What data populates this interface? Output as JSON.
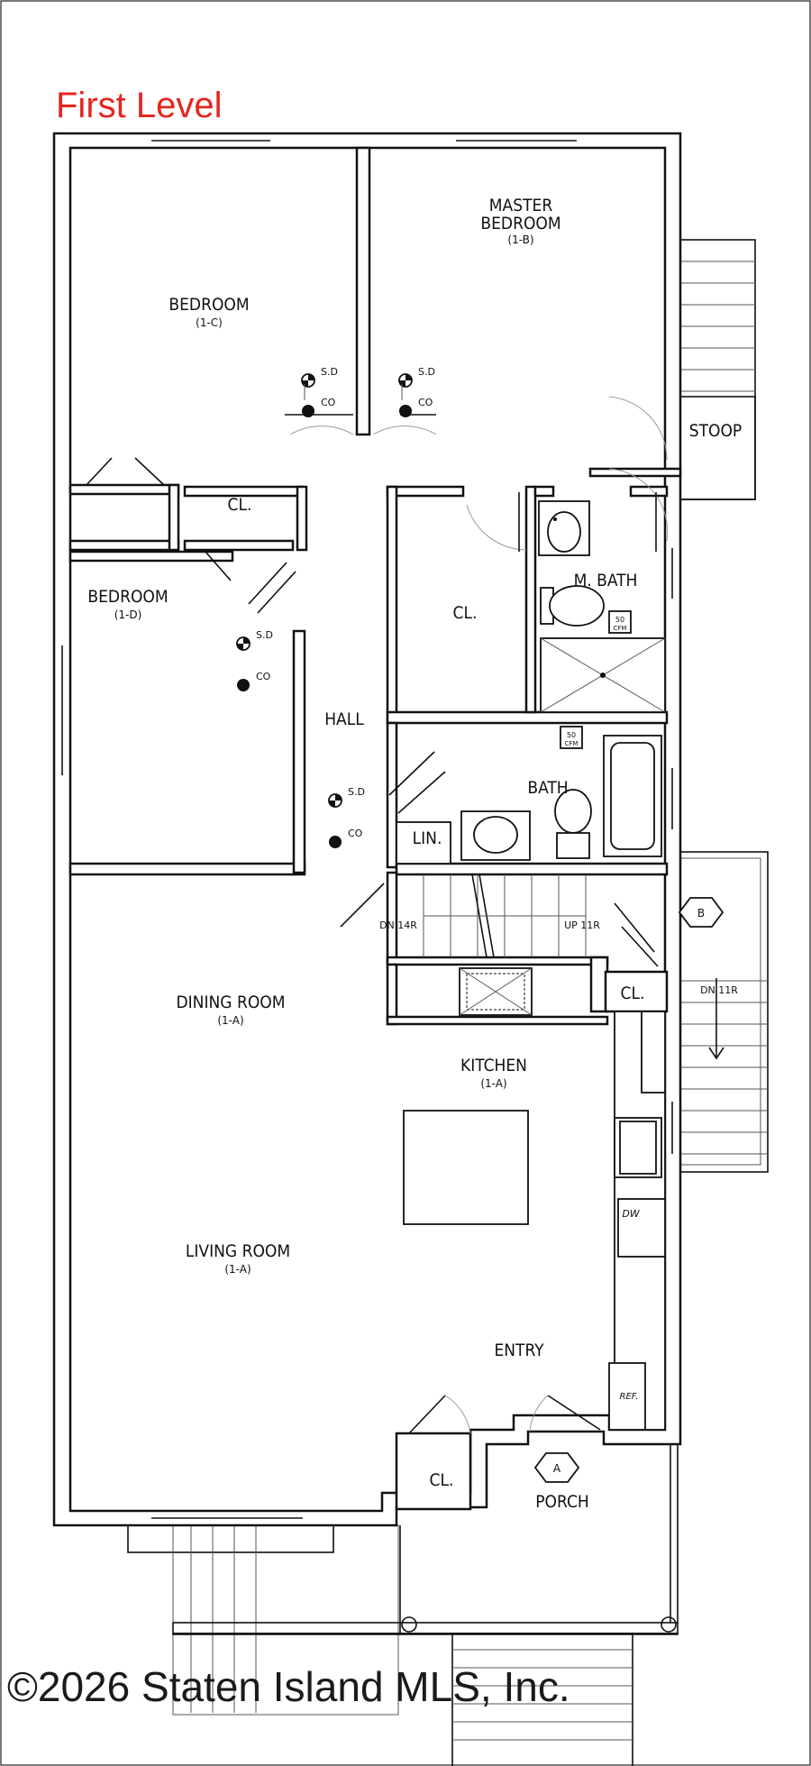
{
  "title": "First Level",
  "copyright": "©2026 Staten Island MLS, Inc.",
  "rooms": {
    "master_bedroom": {
      "line1": "MASTER",
      "line2": "BEDROOM",
      "code": "(1-B)"
    },
    "bedroom_c": {
      "label": "BEDROOM",
      "code": "(1-C)"
    },
    "bedroom_d": {
      "label": "BEDROOM",
      "code": "(1-D)"
    },
    "stoop": "STOOP",
    "closet": "CL.",
    "master_bath": "M. BATH",
    "hall": "HALL",
    "bath": "BATH",
    "linen": "LIN.",
    "dining_room": {
      "label": "DINING ROOM",
      "code": "(1-A)"
    },
    "kitchen": {
      "label": "KITCHEN",
      "code": "(1-A)"
    },
    "living_room": {
      "label": "LIVING ROOM",
      "code": "(1-A)"
    },
    "entry": "ENTRY",
    "porch": "PORCH"
  },
  "symbols": {
    "smoke_detector": "S.D",
    "carbon_monoxide": "CO",
    "fan_cfm_num": "50",
    "fan_cfm_unit": "CFM",
    "dishwasher": "DW",
    "refrigerator": "REF."
  },
  "stairs": {
    "down_interior": "DN 14R",
    "up_interior": "UP 11R",
    "down_exterior": "DN 11R"
  },
  "markers": {
    "a": "A",
    "b": "B"
  }
}
